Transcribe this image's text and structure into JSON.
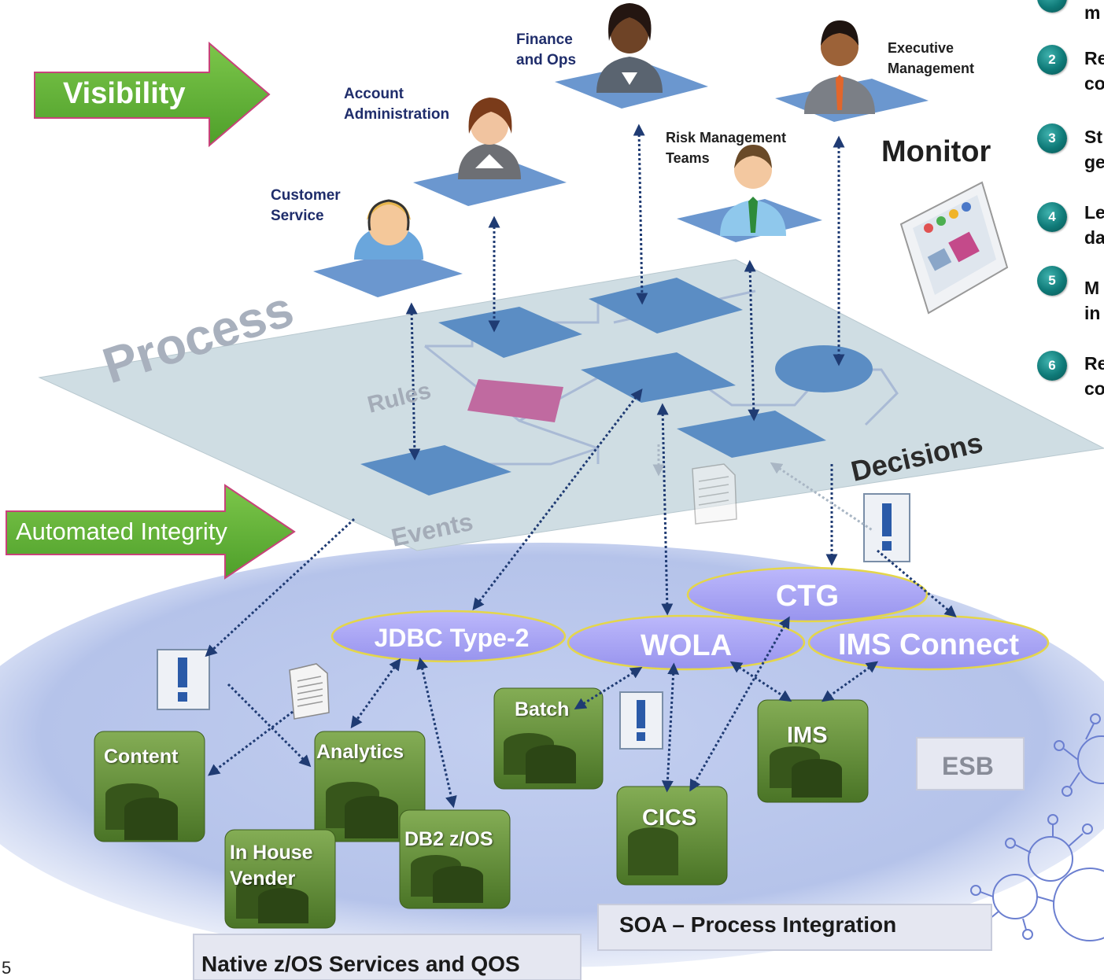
{
  "header": {
    "visibility_label": "Visibility",
    "automated_integrity_label": "Automated Integrity",
    "monitor_label": "Monitor"
  },
  "personas": [
    {
      "id": "customer-service",
      "lines": [
        "Customer",
        "Service"
      ]
    },
    {
      "id": "account-administration",
      "lines": [
        "Account",
        "Administration"
      ]
    },
    {
      "id": "finance-ops",
      "lines": [
        "Finance",
        "and Ops"
      ]
    },
    {
      "id": "risk-management",
      "lines": [
        "Risk Management",
        "Teams"
      ]
    },
    {
      "id": "executive-management",
      "lines": [
        "Executive",
        "Management"
      ]
    }
  ],
  "process_plane": {
    "process": "Process",
    "rules": "Rules",
    "events": "Events",
    "decisions": "Decisions"
  },
  "steps": [
    {
      "number": "",
      "text": "m"
    },
    {
      "number": "2",
      "text": [
        "Re",
        "co"
      ]
    },
    {
      "number": "3",
      "text": [
        "St",
        "ge"
      ]
    },
    {
      "number": "4",
      "text": [
        "Le",
        "da"
      ]
    },
    {
      "number": "5",
      "text": [
        "M",
        "in"
      ]
    },
    {
      "number": "6",
      "text": [
        "Re",
        "co"
      ]
    }
  ],
  "connectors": {
    "ctg": "CTG",
    "jdbc": "JDBC Type-2",
    "wola": "WOLA",
    "ims_connect": "IMS Connect"
  },
  "services": {
    "content": "Content",
    "analytics": "Analytics",
    "batch": "Batch",
    "ims": "IMS",
    "cics": "CICS",
    "in_house_line1": "In House",
    "in_house_line2": "Vender",
    "db2": "DB2 z/OS"
  },
  "esb_label": "ESB",
  "footer": {
    "soa": "SOA – Process Integration",
    "native": "Native z/OS Services and QOS",
    "page_number": "5"
  },
  "colors": {
    "arrow_green": "#5bb233",
    "arrow_border": "#c8427a",
    "plane": "#cfdde3",
    "box_blue": "#5b8dc4",
    "rule_pink": "#c06aa0",
    "cloud": "#b9c6ea",
    "connector_ellipse": "#a8a4f5",
    "service_green": "#5e8a33"
  }
}
